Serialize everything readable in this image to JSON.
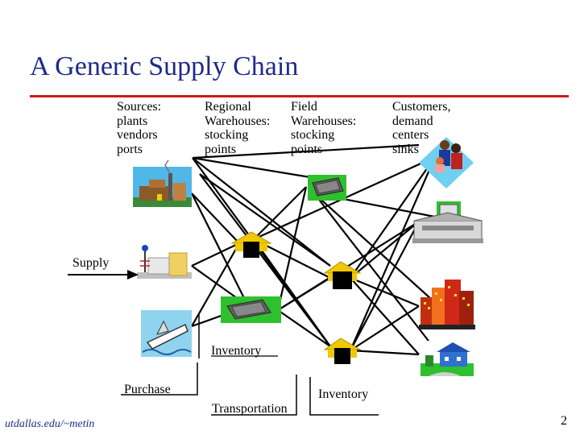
{
  "title": "A Generic Supply Chain",
  "columns": {
    "sources": [
      "Sources:",
      "plants",
      "vendors",
      "ports"
    ],
    "regional": [
      "Regional",
      "Warehouses:",
      "stocking",
      "points"
    ],
    "field": [
      "Field",
      "Warehouses:",
      "stocking",
      "points"
    ],
    "customers": [
      "Customers,",
      "demand",
      "centers",
      "sinks"
    ]
  },
  "labels": {
    "supply": "Supply",
    "inventory_regional": "Inventory",
    "purchase": "Purchase",
    "transportation": "Transportation",
    "inventory_field": "Inventory"
  },
  "footer": "utdallas.edu/~metin",
  "page_number": "2",
  "colors": {
    "title": "#1f2a8a",
    "rule": "#d01818",
    "warehouse_roof": "#f0c800",
    "warehouse_door": "#000000"
  },
  "icons": {
    "sources": [
      "factory-icon",
      "refinery-icon",
      "ship-icon"
    ],
    "regional": [
      "warehouse-icon",
      "warehouse-icon",
      "warehouse-icon"
    ],
    "field": [
      "office-building-icon",
      "warehouse-icon",
      "warehouse-icon",
      "warehouse-icon"
    ],
    "customers": [
      "people-icon",
      "shopping-mall-icon",
      "city-icon",
      "house-icon"
    ]
  }
}
